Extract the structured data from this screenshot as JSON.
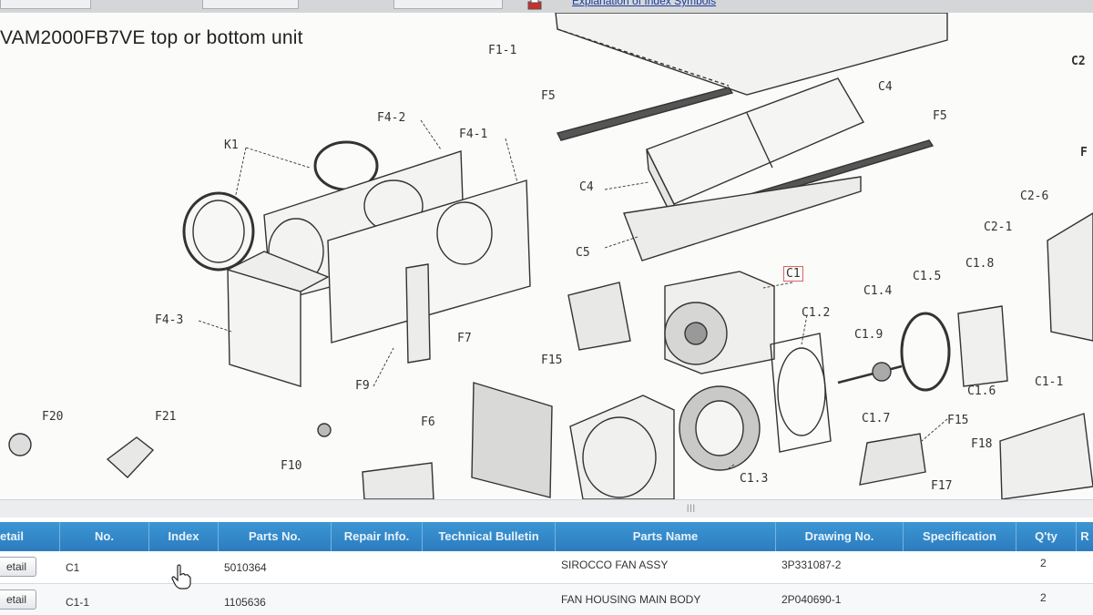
{
  "header": {
    "link_text": "Explanation of Index Symbols"
  },
  "drawing": {
    "title": "VAM2000FB7VE top or bottom unit",
    "callouts": [
      "F1-1",
      "C2",
      "F5",
      "C4",
      "F5",
      "F4-2",
      "F4-1",
      "K1",
      "C4",
      "C5",
      "C2-6",
      "C2-1",
      "C1",
      "C1.8",
      "C1.5",
      "C1.4",
      "C1.2",
      "C1.9",
      "F4-3",
      "F7",
      "F15",
      "C1-1",
      "F9",
      "C1.6",
      "C1.7",
      "F20",
      "F21",
      "F6",
      "F15",
      "F18",
      "F10",
      "C1.3",
      "F17",
      "F"
    ],
    "selected_callout": "C1"
  },
  "parts_table": {
    "columns": [
      "etail",
      "No.",
      "Index",
      "Parts No.",
      "Repair Info.",
      "Technical Bulletin",
      "Parts Name",
      "Drawing No.",
      "Specification",
      "Q'ty",
      "R"
    ],
    "rows": [
      {
        "detail": "etail",
        "no": "C1",
        "parts_no": "5010364",
        "parts_name": "SIROCCO FAN ASSY",
        "drawing_no": "3P331087-2",
        "qty": "2"
      },
      {
        "detail": "etail",
        "no": "C1-1",
        "parts_no": "1105636",
        "parts_name": "FAN HOUSING MAIN BODY",
        "drawing_no": "2P040690-1",
        "qty": "2"
      }
    ]
  },
  "colors": {
    "header_blue": "#2f86c8",
    "selection_red": "#e06060"
  }
}
